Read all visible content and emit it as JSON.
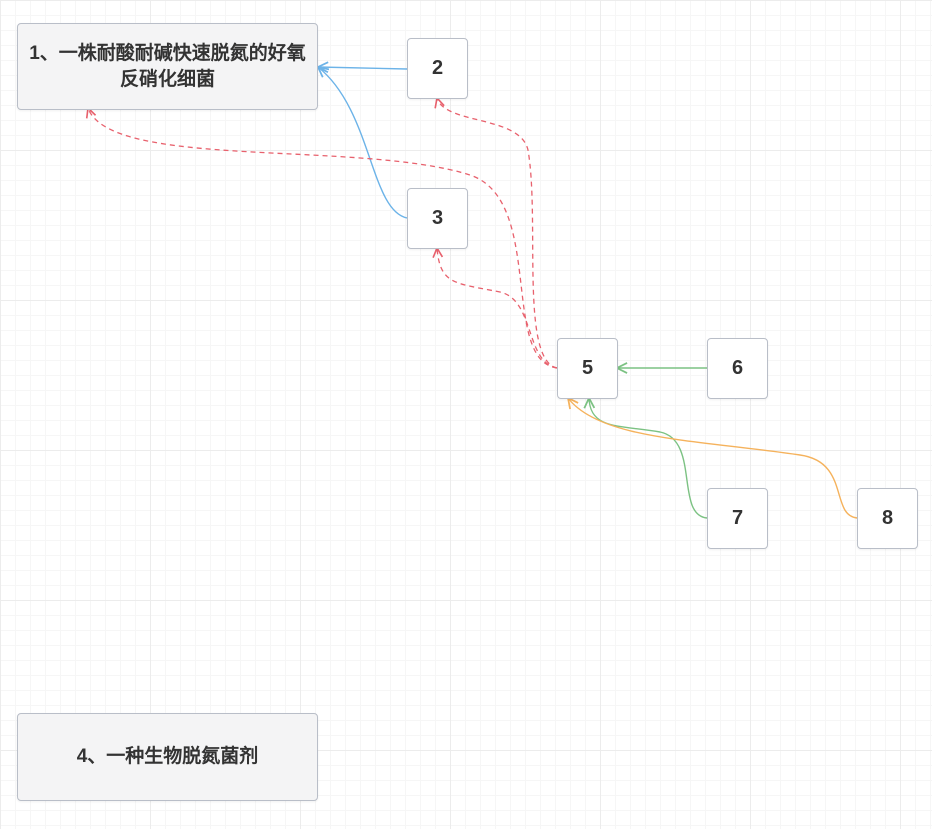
{
  "nodes": {
    "n1": "1、一株耐酸耐碱快速脱氮的好氧反硝化细菌",
    "n2": "2",
    "n3": "3",
    "n4": "4、一种生物脱氮菌剂",
    "n5": "5",
    "n6": "6",
    "n7": "7",
    "n8": "8"
  },
  "colors": {
    "edge_blue": "#6cb3e8",
    "edge_red_dashed": "#e8616d",
    "edge_green": "#7cc283",
    "edge_orange": "#f5b25c",
    "node_border": "#b9bec8"
  }
}
